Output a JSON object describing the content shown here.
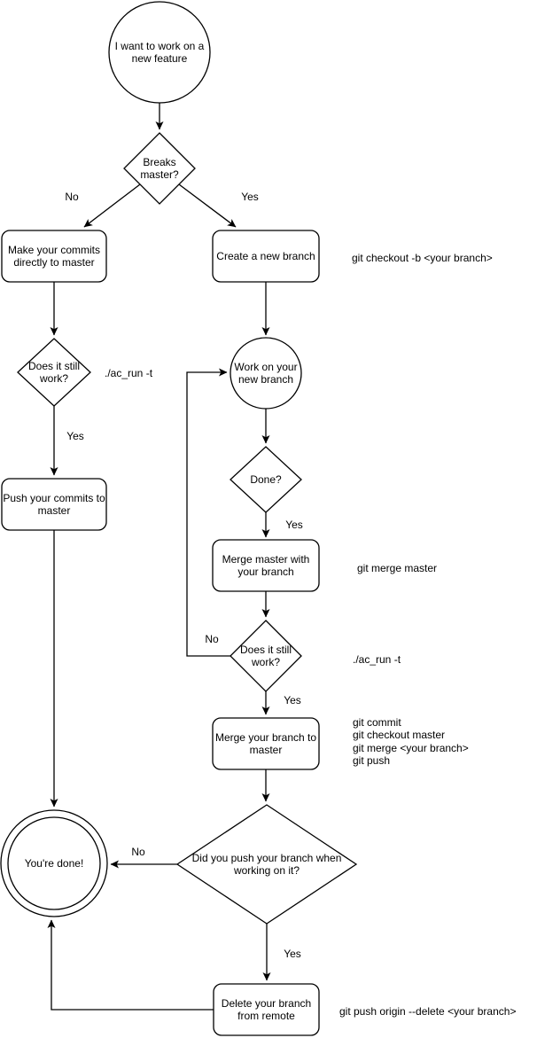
{
  "colors": {
    "background": "#ffffff",
    "stroke": "#000000",
    "text": "#000000"
  },
  "nodes": {
    "start": "I want to work on a new feature",
    "breaks_master": "Breaks master?",
    "make_commits": "Make your commits directly to master",
    "create_branch": "Create a new branch",
    "does_it_work_left": "Does it still work?",
    "push_commits": "Push your commits to master",
    "work_branch": "Work on your new branch",
    "done_q": "Done?",
    "merge_master": "Merge master with your branch",
    "does_it_work_right": "Does it still work?",
    "merge_branch": "Merge your branch to master",
    "did_you_push": "Did you push your branch when working on it?",
    "youre_done": "You're done!",
    "delete_branch": "Delete your branch from remote"
  },
  "edge_labels": {
    "breaks_no": "No",
    "breaks_yes": "Yes",
    "work_left_yes": "Yes",
    "done_yes": "Yes",
    "work_right_no": "No",
    "work_right_yes": "Yes",
    "push_no": "No",
    "push_yes": "Yes"
  },
  "annotations": {
    "checkout_cmd": "git checkout -b <your branch>",
    "acrun_left": "./ac_run -t",
    "merge_master_cmd": "git merge master",
    "acrun_right": "./ac_run -t",
    "merge_branch_cmds": [
      "git commit",
      "git checkout master",
      "git merge <your branch>",
      "git push"
    ],
    "delete_cmd": "git push origin --delete <your branch>"
  }
}
